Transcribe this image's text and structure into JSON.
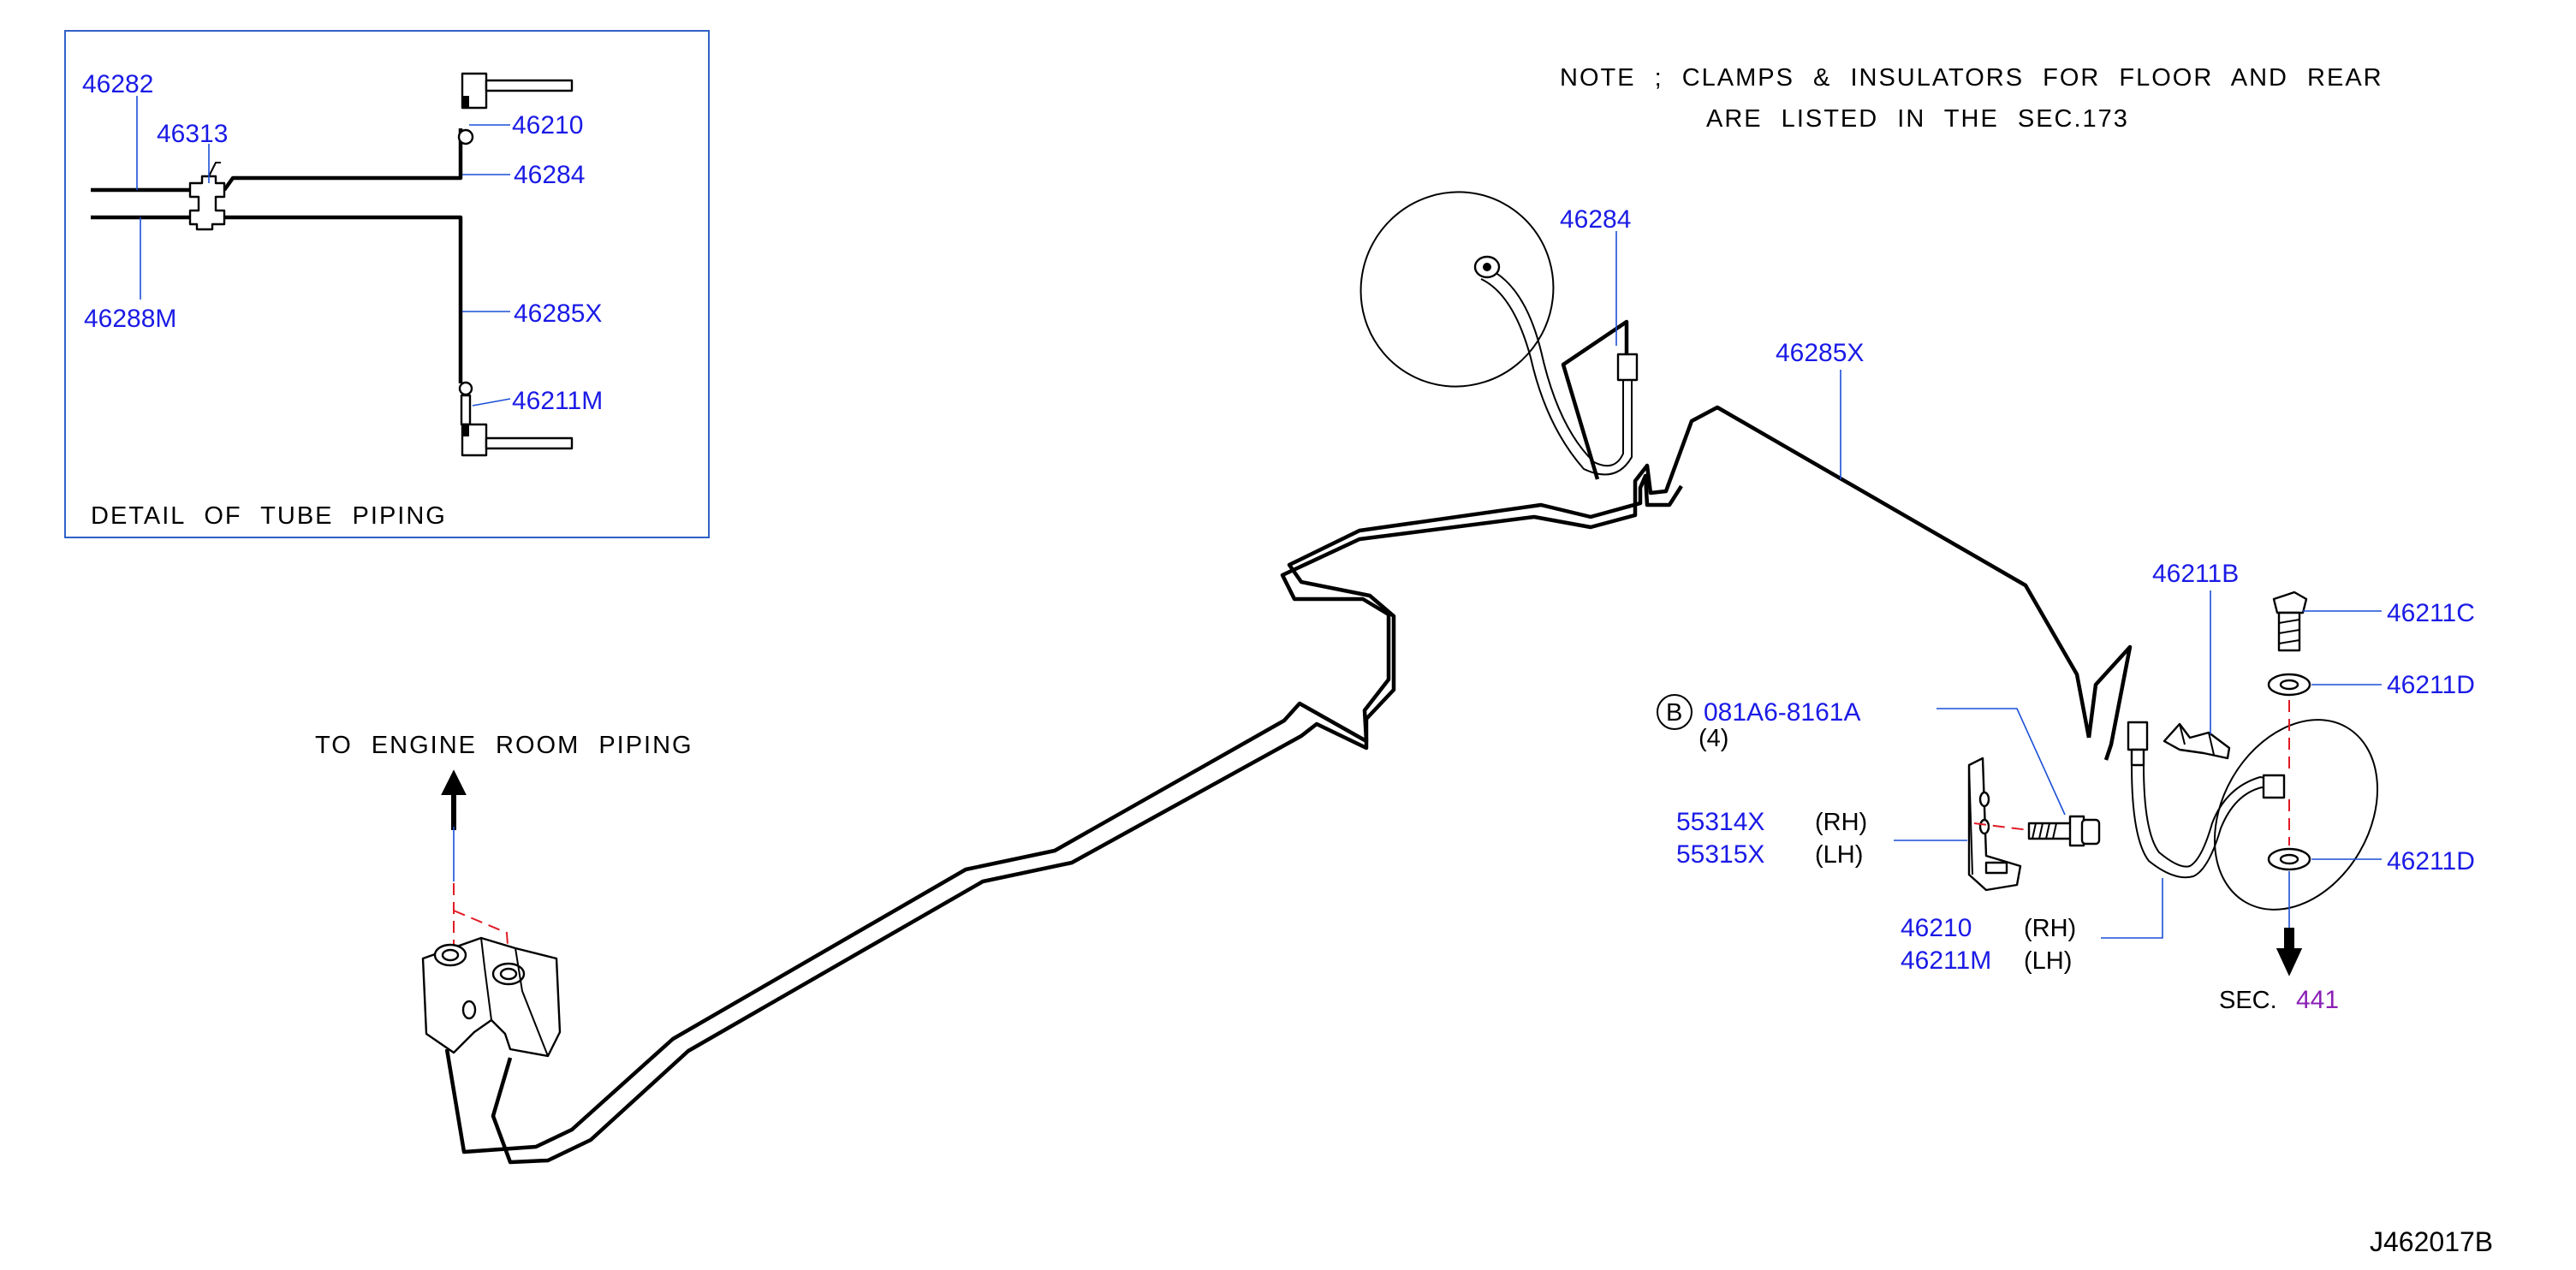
{
  "colors": {
    "part_number": "#1a1ae6",
    "leader": "#1a4fd6",
    "section_ref": "#8a1fb5",
    "hidden_line": "#e01b24",
    "text": "#000000"
  },
  "note": {
    "line1": "NOTE ; CLAMPS & INSULATORS FOR FLOOR AND REAR",
    "line2": "ARE LISTED IN THE SEC.173"
  },
  "detail": {
    "title": "DETAIL OF TUBE PIPING",
    "labels": [
      "46282",
      "46313",
      "46210",
      "46284",
      "46288M",
      "46285X",
      "46211M"
    ]
  },
  "main": {
    "to_engine": "TO ENGINE ROOM PIPING",
    "p46284": "46284",
    "p46285x": "46285X",
    "p46211b": "46211B",
    "p46211c": "46211C",
    "p46211d_top": "46211D",
    "p46211d_bottom": "46211D",
    "bolt_badge": "B",
    "bolt_part": "081A6-8161A",
    "bolt_qty": "(4)",
    "bracket_rh": "55314X",
    "bracket_lh": "55315X",
    "hose_rh": "46210",
    "hose_lh": "46211M",
    "rh": "(RH)",
    "lh": "(LH)",
    "sec_prefix": "SEC.",
    "sec_number": "441"
  },
  "drawing_code": "J462017B"
}
